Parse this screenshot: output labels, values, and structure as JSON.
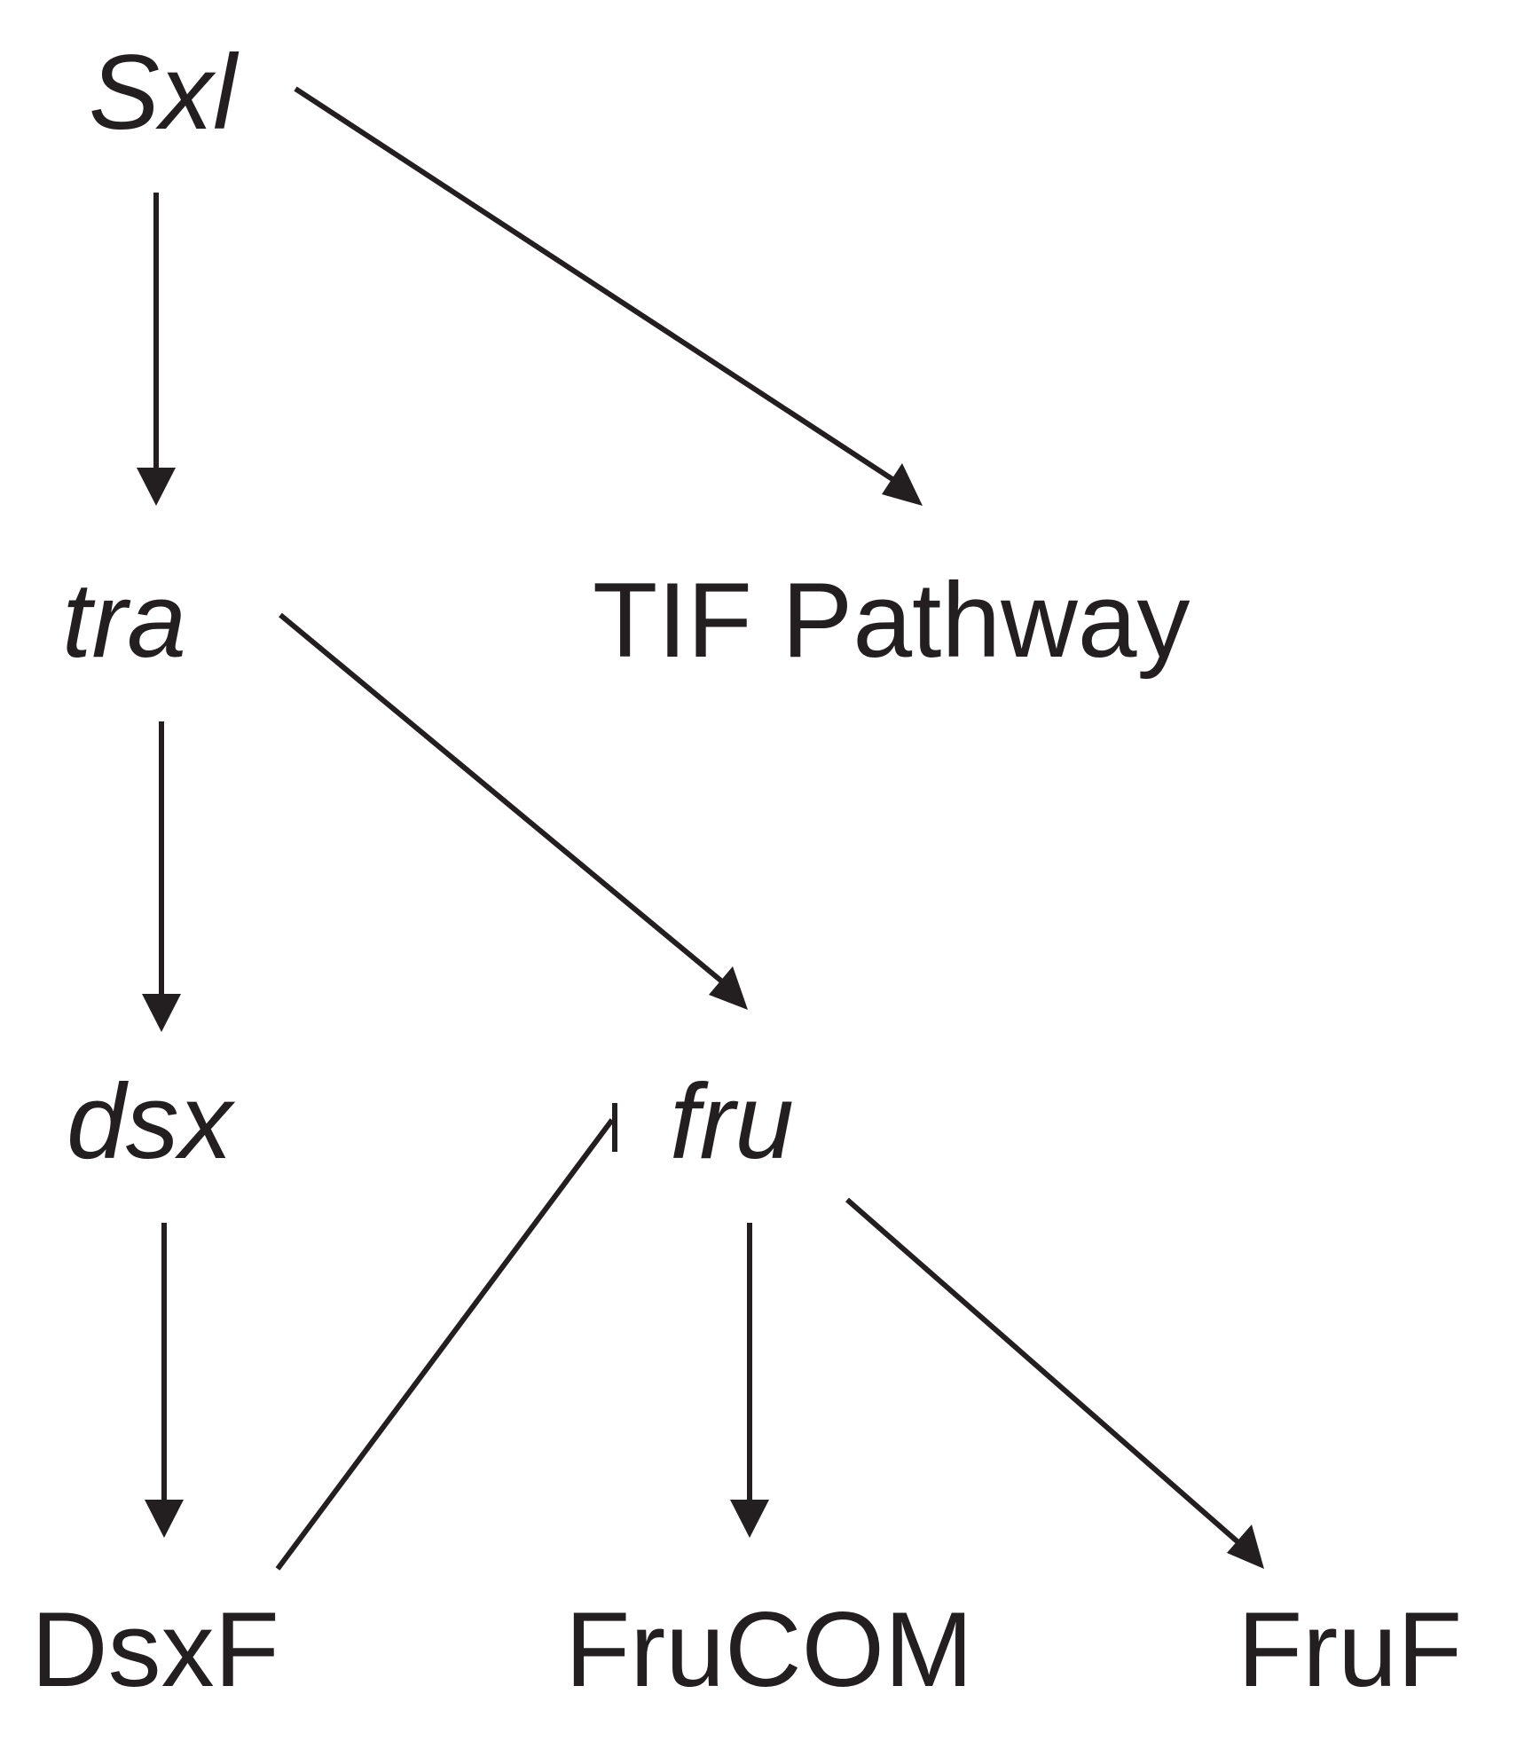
{
  "diagram": {
    "colors": {
      "ink": "#231f20",
      "background": "#ffffff"
    },
    "nodes": {
      "sxl": "Sxl",
      "tra": "tra",
      "tif": "TIF Pathway",
      "dsx": "dsx",
      "fru": "fru",
      "dsxf": "DsxF",
      "frucom": "FruCOM",
      "fruf": "FruF"
    },
    "edges": [
      {
        "from": "Sxl",
        "to": "tra",
        "type": "activation"
      },
      {
        "from": "Sxl",
        "to": "TIF Pathway",
        "type": "activation"
      },
      {
        "from": "tra",
        "to": "dsx",
        "type": "activation"
      },
      {
        "from": "tra",
        "to": "fru",
        "type": "activation"
      },
      {
        "from": "dsx",
        "to": "DsxF",
        "type": "activation"
      },
      {
        "from": "DsxF",
        "to": "fru",
        "type": "inhibition"
      },
      {
        "from": "fru",
        "to": "FruCOM",
        "type": "activation"
      },
      {
        "from": "fru",
        "to": "FruF",
        "type": "activation"
      }
    ]
  }
}
